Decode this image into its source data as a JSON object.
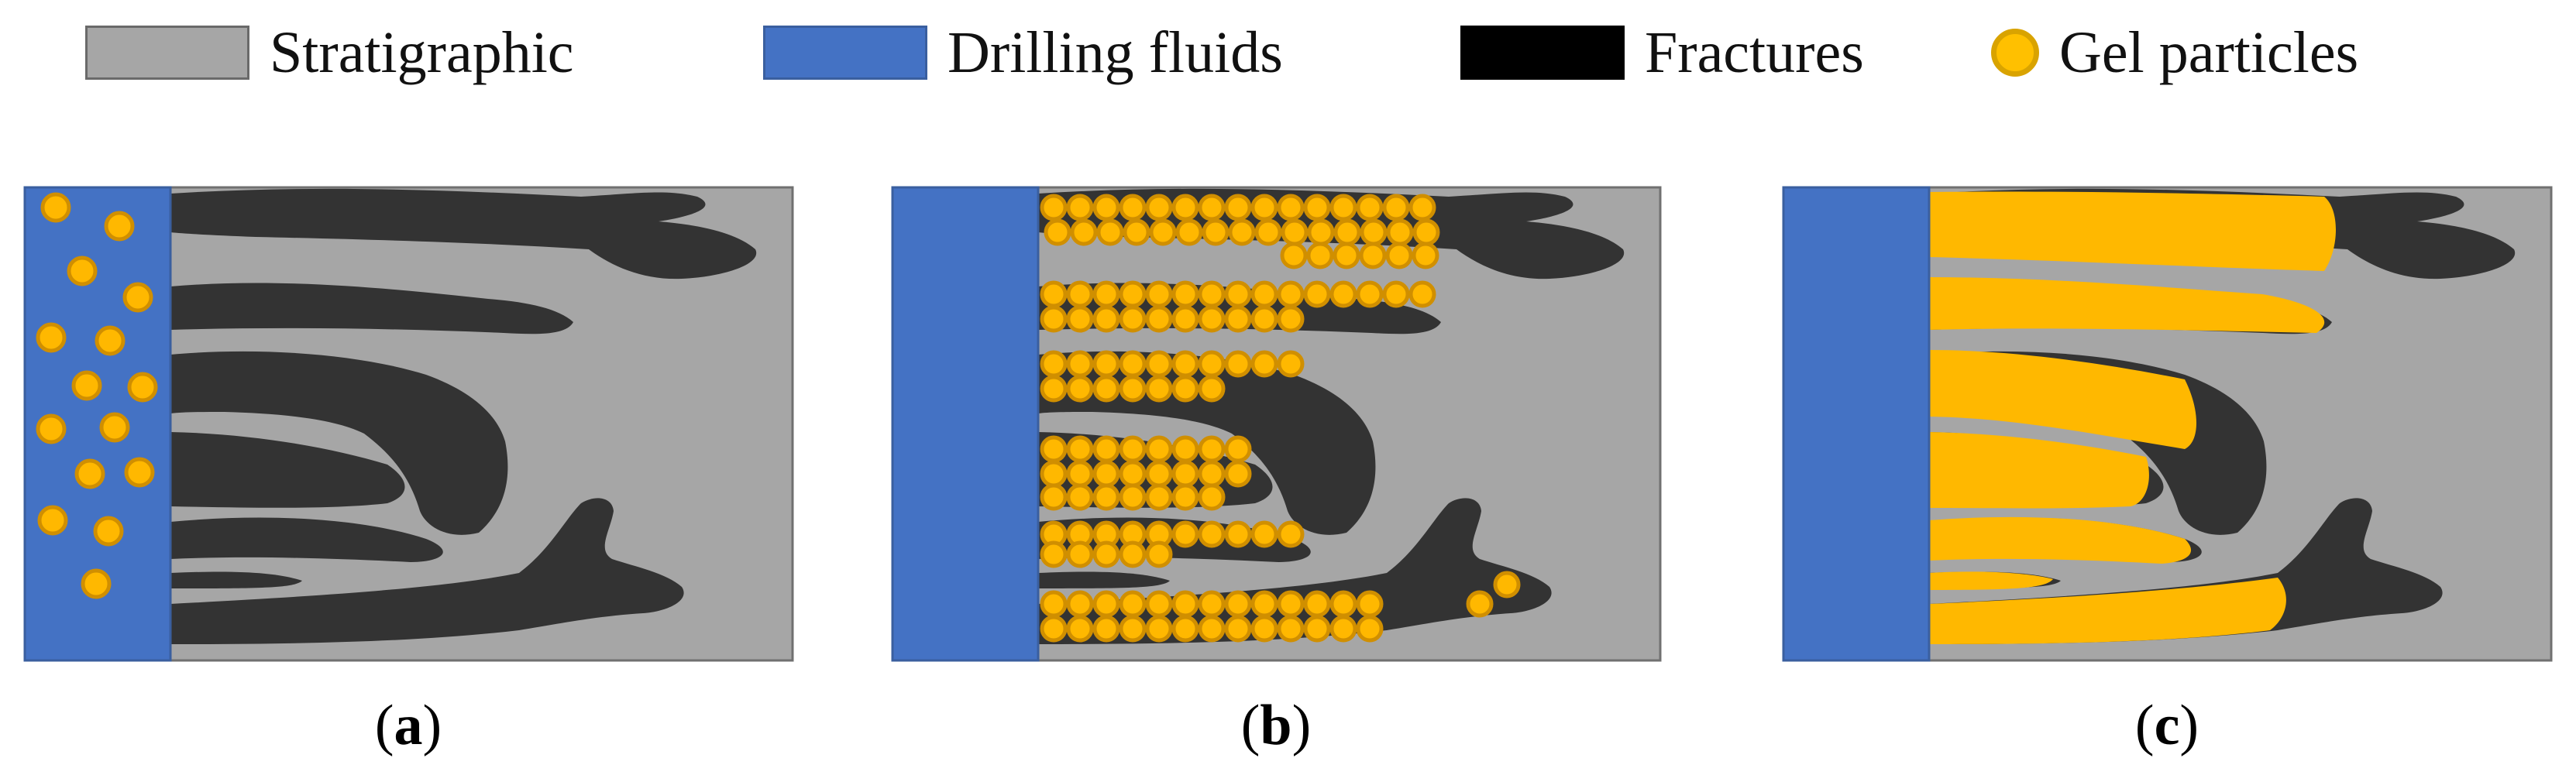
{
  "legend": {
    "items": [
      {
        "key": "stratigraphic",
        "label": "Stratigraphic",
        "color": "#a6a6a6",
        "shape": "rect"
      },
      {
        "key": "drilling",
        "label": "Drilling fluids",
        "color": "#4472c4",
        "shape": "rect"
      },
      {
        "key": "fractures",
        "label": "Fractures",
        "color": "#000000",
        "shape": "rect"
      },
      {
        "key": "gel",
        "label": "Gel particles",
        "color": "#ffc000",
        "shape": "circle"
      }
    ]
  },
  "panels": [
    {
      "id": "a",
      "letter": "a",
      "state": "particles-in-fluid"
    },
    {
      "id": "b",
      "letter": "b",
      "state": "particles-in-fractures"
    },
    {
      "id": "c",
      "letter": "c",
      "state": "gel-plugged"
    }
  ],
  "colors": {
    "stratigraphic": "#a6a6a6",
    "drilling": "#4472c4",
    "fracture": "#333333",
    "gel_fill": "#ffb800",
    "gel_edge": "#d08f00"
  }
}
